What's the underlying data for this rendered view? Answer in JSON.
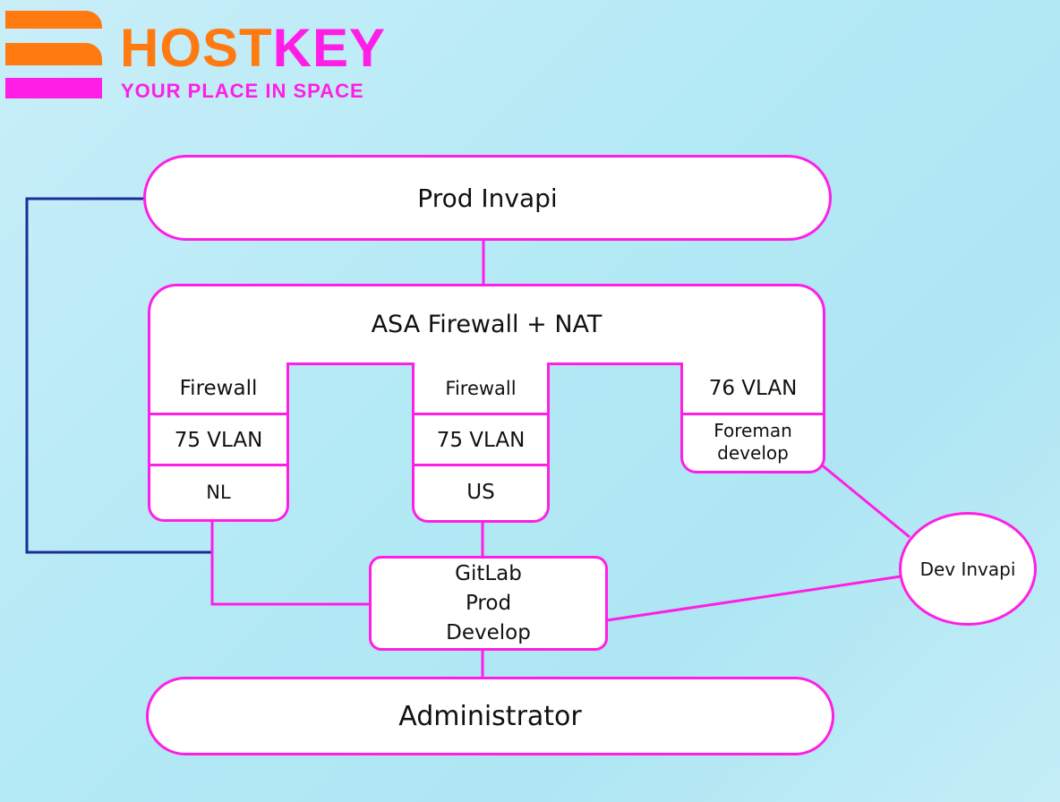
{
  "logo": {
    "brand_part1": "HOST",
    "brand_part2": "KEY",
    "tagline": "YOUR PLACE IN SPACE"
  },
  "colors": {
    "accent": "#ff1ee6",
    "orange": "#ff7a10",
    "link_admin": "#1a2e9a"
  },
  "nodes": {
    "prod_invapi": "Prod Invapi",
    "asa": "ASA Firewall + NAT",
    "nl": {
      "firewall": "Firewall",
      "vlan": "75 VLAN",
      "site": "NL"
    },
    "us": {
      "firewall": "Firewall",
      "vlan": "75 VLAN",
      "site": "US"
    },
    "dev": {
      "vlan": "76 VLAN",
      "foreman": "Foreman develop"
    },
    "gitlab": {
      "line1": "GitLab",
      "line2": "Prod",
      "line3": "Develop"
    },
    "dev_invapi": "Dev Invapi",
    "administrator": "Administrator"
  }
}
